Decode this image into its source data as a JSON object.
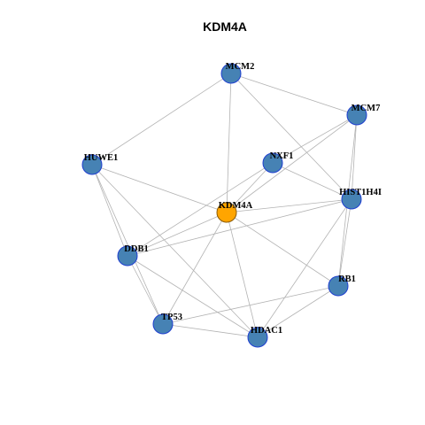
{
  "title": "KDM4A",
  "colors": {
    "node_fill": "#4682b4",
    "node_stroke": "#1f3fd0",
    "center_fill": "#ffa500",
    "center_stroke": "#8a5a00",
    "edge": "#b3b3b3"
  },
  "nodes": [
    {
      "id": "MCM2",
      "label": "MCM2"
    },
    {
      "id": "MCM7",
      "label": "MCM7"
    },
    {
      "id": "HUWE1",
      "label": "HUWE1"
    },
    {
      "id": "NXF1",
      "label": "NXF1"
    },
    {
      "id": "HIST1H4I",
      "label": "HIST1H4I"
    },
    {
      "id": "KDM4A",
      "label": "KDM4A",
      "center": true
    },
    {
      "id": "DDB1",
      "label": "DDB1"
    },
    {
      "id": "RB1",
      "label": "RB1"
    },
    {
      "id": "TP53",
      "label": "TP53"
    },
    {
      "id": "HDAC1",
      "label": "HDAC1"
    }
  ],
  "edges": [
    [
      "MCM2",
      "HUWE1"
    ],
    [
      "MCM2",
      "MCM7"
    ],
    [
      "MCM2",
      "KDM4A"
    ],
    [
      "MCM2",
      "HIST1H4I"
    ],
    [
      "MCM7",
      "NXF1"
    ],
    [
      "MCM7",
      "KDM4A"
    ],
    [
      "MCM7",
      "HIST1H4I"
    ],
    [
      "MCM7",
      "RB1"
    ],
    [
      "HUWE1",
      "KDM4A"
    ],
    [
      "HUWE1",
      "DDB1"
    ],
    [
      "HUWE1",
      "TP53"
    ],
    [
      "HUWE1",
      "HDAC1"
    ],
    [
      "NXF1",
      "KDM4A"
    ],
    [
      "NXF1",
      "HIST1H4I"
    ],
    [
      "NXF1",
      "DDB1"
    ],
    [
      "KDM4A",
      "HIST1H4I"
    ],
    [
      "KDM4A",
      "DDB1"
    ],
    [
      "KDM4A",
      "TP53"
    ],
    [
      "KDM4A",
      "HDAC1"
    ],
    [
      "KDM4A",
      "RB1"
    ],
    [
      "HIST1H4I",
      "DDB1"
    ],
    [
      "HIST1H4I",
      "RB1"
    ],
    [
      "HIST1H4I",
      "HDAC1"
    ],
    [
      "DDB1",
      "TP53"
    ],
    [
      "DDB1",
      "HDAC1"
    ],
    [
      "TP53",
      "HDAC1"
    ],
    [
      "TP53",
      "RB1"
    ],
    [
      "HDAC1",
      "RB1"
    ]
  ]
}
